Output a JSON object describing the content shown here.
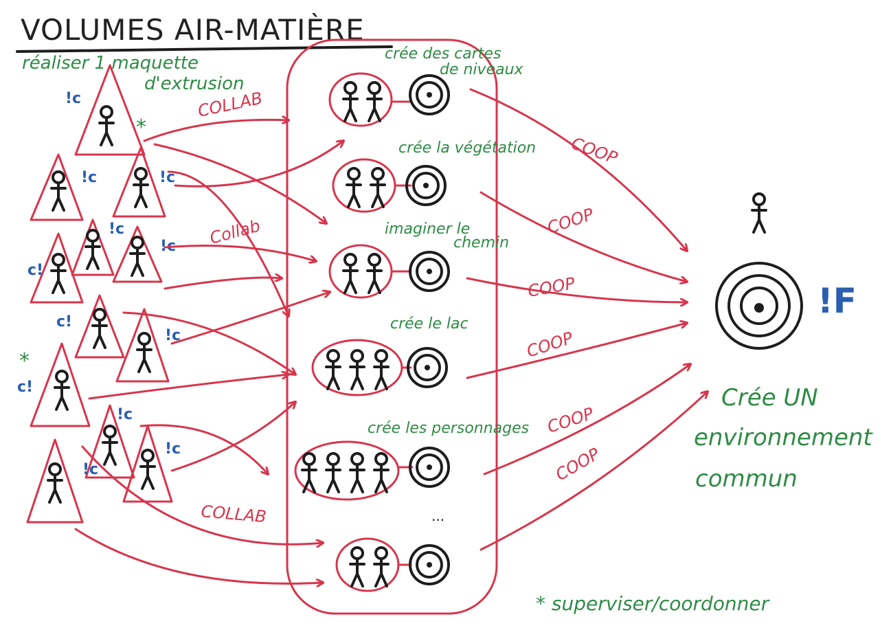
{
  "title": "VOLUMES AIR-MATIÈRE",
  "left_caption_1": "réaliser 1 maquette",
  "left_caption_2": "d'extrusion",
  "collab_labels": [
    "COLLAB",
    "Collab",
    "COLLAB"
  ],
  "coop_label": "COOP",
  "group_labels": [
    [
      "crée des cartes",
      "de niveaux"
    ],
    [
      "crée la végétation"
    ],
    [
      "imaginer le",
      "chemin"
    ],
    [
      "crée le lac"
    ],
    [
      "crée les personnages"
    ],
    [
      "..."
    ]
  ],
  "marker_ic": "!c",
  "marker_c": "c!",
  "marker_f": "!F",
  "star": "*",
  "result_label": [
    "Crée UN",
    "environnement",
    "commun"
  ],
  "footnote": "* superviser/coordonner",
  "colors": {
    "red": "#d8344c",
    "green": "#2e8b45",
    "blue": "#2a5fb0",
    "ink": "#1d1d1d"
  }
}
